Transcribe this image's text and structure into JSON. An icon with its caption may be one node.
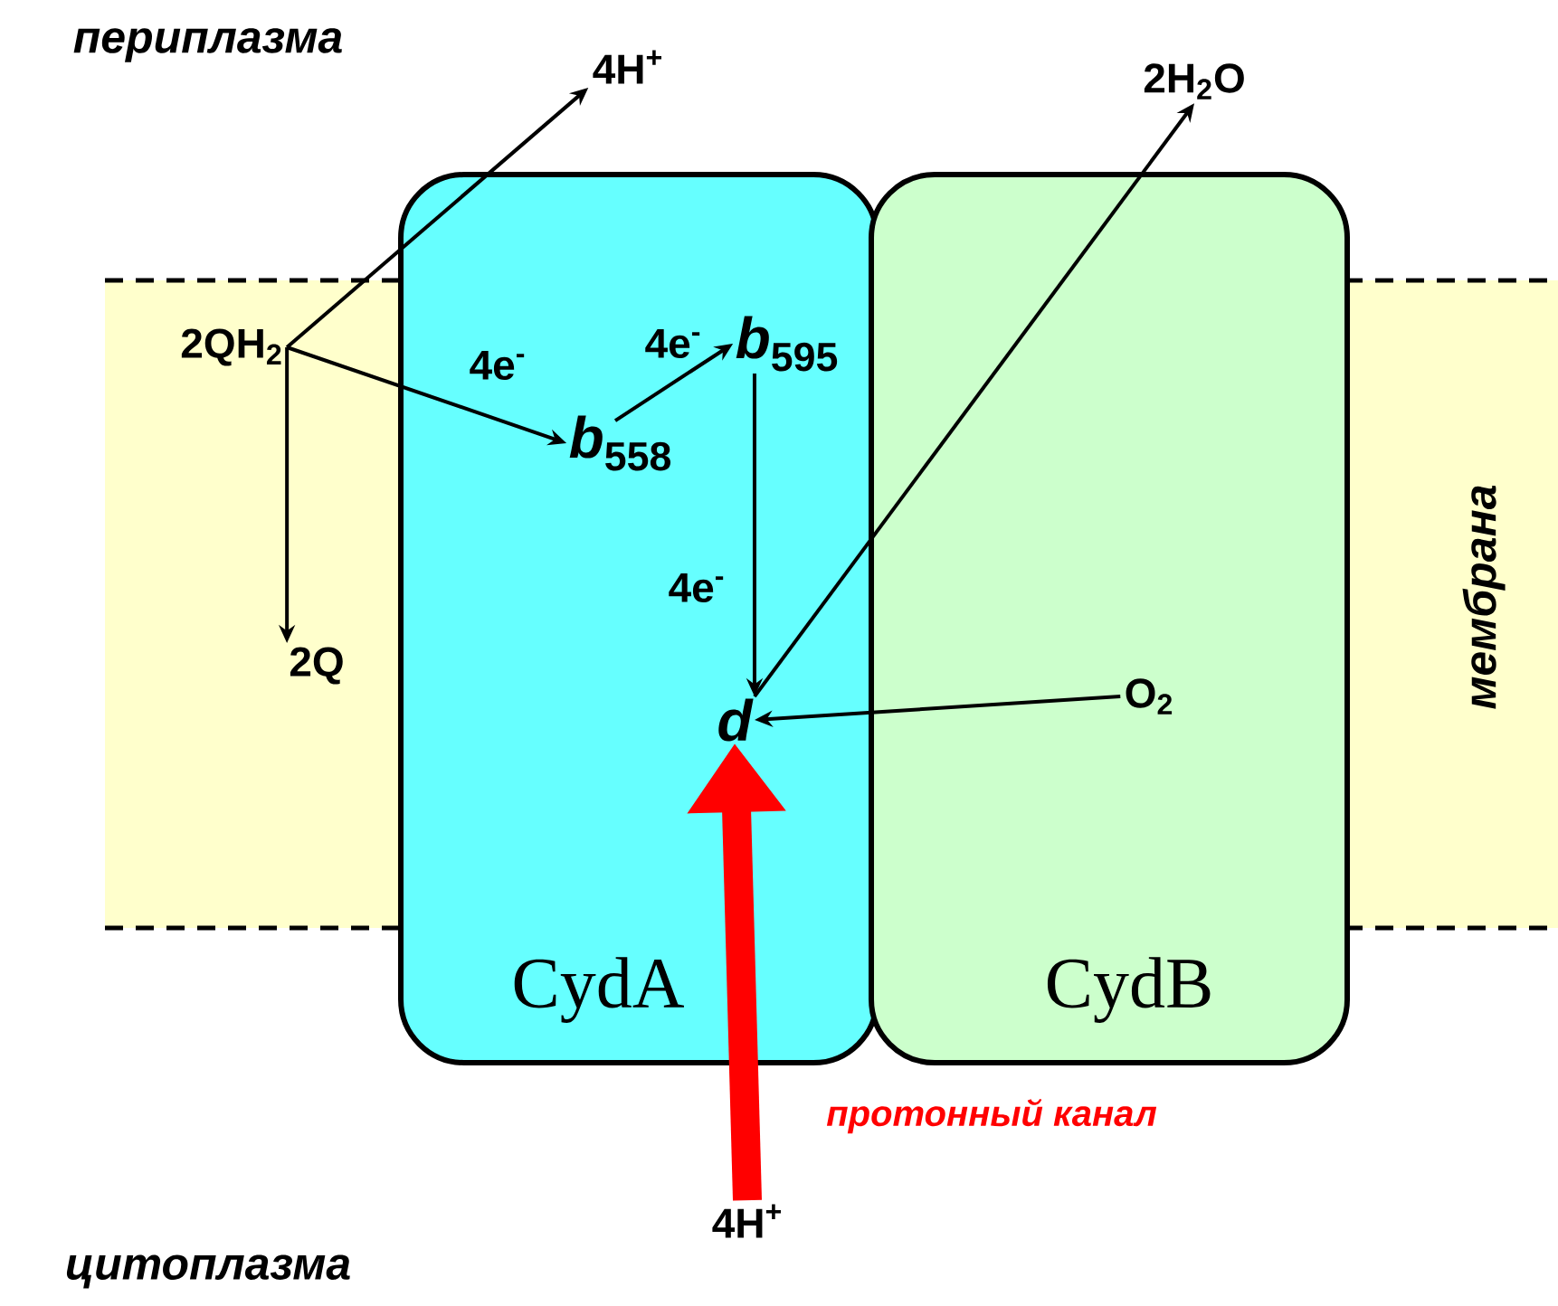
{
  "diagram": {
    "nodes": [
      {
        "text": [
          "CydA"
        ]
      },
      {
        "text": [
          "CydB"
        ]
      },
      {
        "text": [
          "2QH$_{2}$"
        ]
      },
      {
        "text": [
          "4H$^{+}$"
        ]
      },
      {
        "text": [
          "2Q"
        ]
      },
      {
        "text": [
          "*b*$_{558}$"
        ],
        "in": 0
      },
      {
        "text": [
          "*b*$_{595}$"
        ],
        "in": 0
      },
      {
        "text": [
          "d"
        ],
        "in": 0
      },
      {
        "text": [
          "2H$_{2}$O"
        ]
      },
      {
        "text": [
          "O$_{2}$"
        ],
        "in": 1
      },
      {
        "text": [
          "4H$^{+}$"
        ]
      }
    ],
    "edges": [
      {
        "from": 2,
        "to": 3,
        "arrow": "to"
      },
      {
        "from": 2,
        "to": 5,
        "arrow": "to",
        "label": "4e$^{-}$"
      },
      {
        "from": 2,
        "to": 4,
        "arrow": "to"
      },
      {
        "from": 5,
        "to": 6,
        "arrow": "to",
        "label": "4e$^{-}$"
      },
      {
        "from": 6,
        "to": 7,
        "arrow": "to",
        "label": "4e$^{-}$"
      },
      {
        "from": 9,
        "to": 7,
        "arrow": "to"
      },
      {
        "from": 7,
        "to": 8,
        "arrow": "to"
      },
      {
        "from": 10,
        "to": 7,
        "arrow": "to",
        "style": "thick",
        "color": "#ff0000",
        "label": "протонный канал"
      }
    ],
    "labels": [
      "периплазма",
      "мембрана",
      "цитоплазма"
    ]
  }
}
